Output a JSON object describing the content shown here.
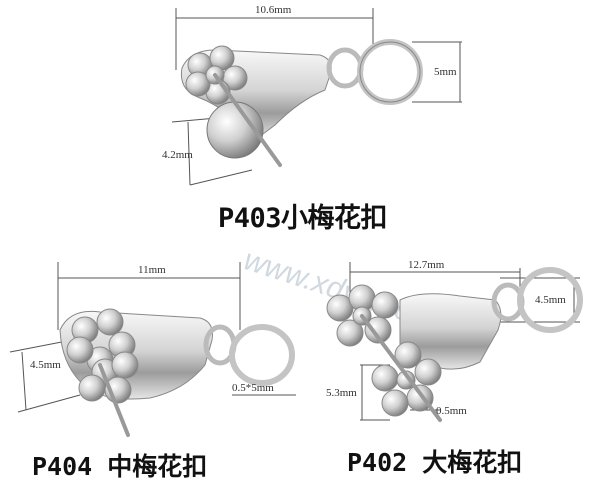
{
  "products": [
    {
      "code_label": "P403小梅花扣",
      "dimensions": {
        "width": "10.6mm",
        "ring": "5mm",
        "height": "4.2mm"
      }
    },
    {
      "code_label": "P404 中梅花扣",
      "dimensions": {
        "width": "11mm",
        "height": "4.5mm",
        "wire": "0.5*5mm"
      }
    },
    {
      "code_label": "P402 大梅花扣",
      "dimensions": {
        "width": "12.7mm",
        "ring": "4.5mm",
        "height": "5.3mm",
        "wire": "0.5mm"
      }
    }
  ],
  "watermark": "www.xdysp.com",
  "colors": {
    "background": "#ffffff",
    "metal": "#d9d9d9",
    "dimension_line": "#555555",
    "text": "#111111"
  }
}
